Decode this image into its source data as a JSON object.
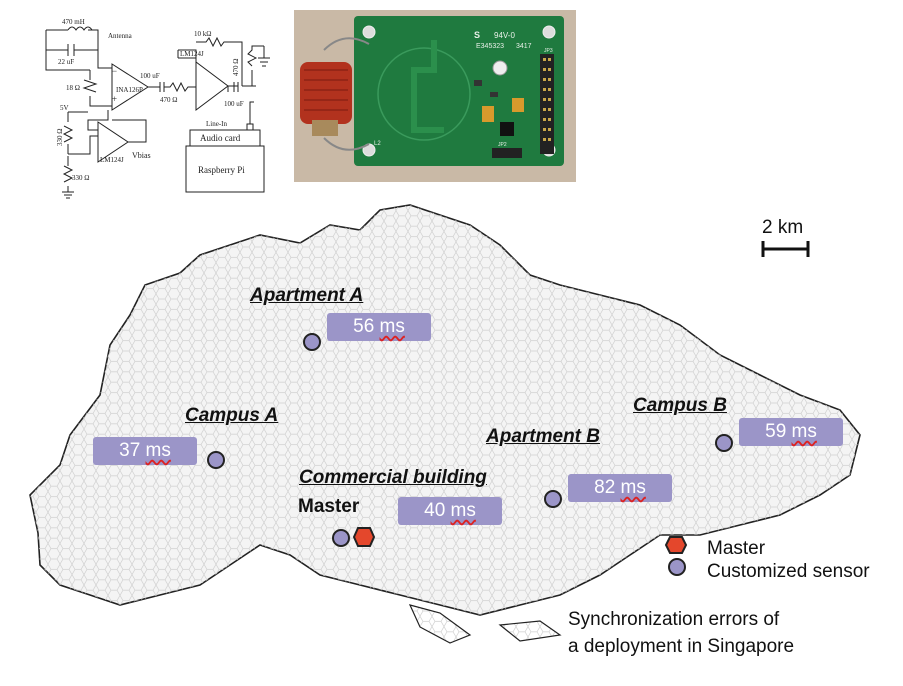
{
  "schematic": {
    "antenna_inductance": "470 mH",
    "antenna_label": "Antenna",
    "cap_22uf": "22 uF",
    "res_18": "18 Ω",
    "amp_ina": "INA126P",
    "cap_100uf_a": "100 uF",
    "res_470": "470 Ω",
    "res_10k": "10 kΩ",
    "amp_lm_top": "LM124J",
    "res_470_vert": "470 Ω",
    "cap_100uf_b": "100 uF",
    "supply_5v": "5V",
    "res_330_top": "330 Ω",
    "res_330_bottom": "330 Ω",
    "amp_lm_bottom": "LM124J",
    "vbias": "Vbias",
    "line_in": "Line-In",
    "audio_card": "Audio card",
    "raspberry_pi": "Raspberry Pi"
  },
  "photo": {
    "board_mark_1": "S",
    "board_mark_2": "94V-0",
    "board_mark_3": "E345323",
    "board_mark_4": "3417",
    "pin_header": "JP3",
    "pin_header_2": "JP2",
    "coil_label": "L2"
  },
  "map": {
    "scale_label": "2 km",
    "places": [
      {
        "name": "Apartment A",
        "latency": "56",
        "unit": "ms"
      },
      {
        "name": "Campus A",
        "latency": "37",
        "unit": "ms"
      },
      {
        "name": "Commercial building",
        "latency": "40",
        "unit": "ms"
      },
      {
        "name": "Apartment B",
        "latency": "82",
        "unit": "ms"
      },
      {
        "name": "Campus B",
        "latency": "59",
        "unit": "ms"
      }
    ],
    "master_label": "Master",
    "legend": {
      "master": "Master",
      "sensor": "Customized sensor"
    },
    "caption_line1": "Synchronization errors of",
    "caption_line2": "a deployment in Singapore",
    "colors": {
      "sensor": "#9b95c8",
      "master": "#e4472c",
      "badge_bg": "#9b95c8",
      "map_fill": "#f2f2f2",
      "map_outline": "#222222"
    }
  }
}
